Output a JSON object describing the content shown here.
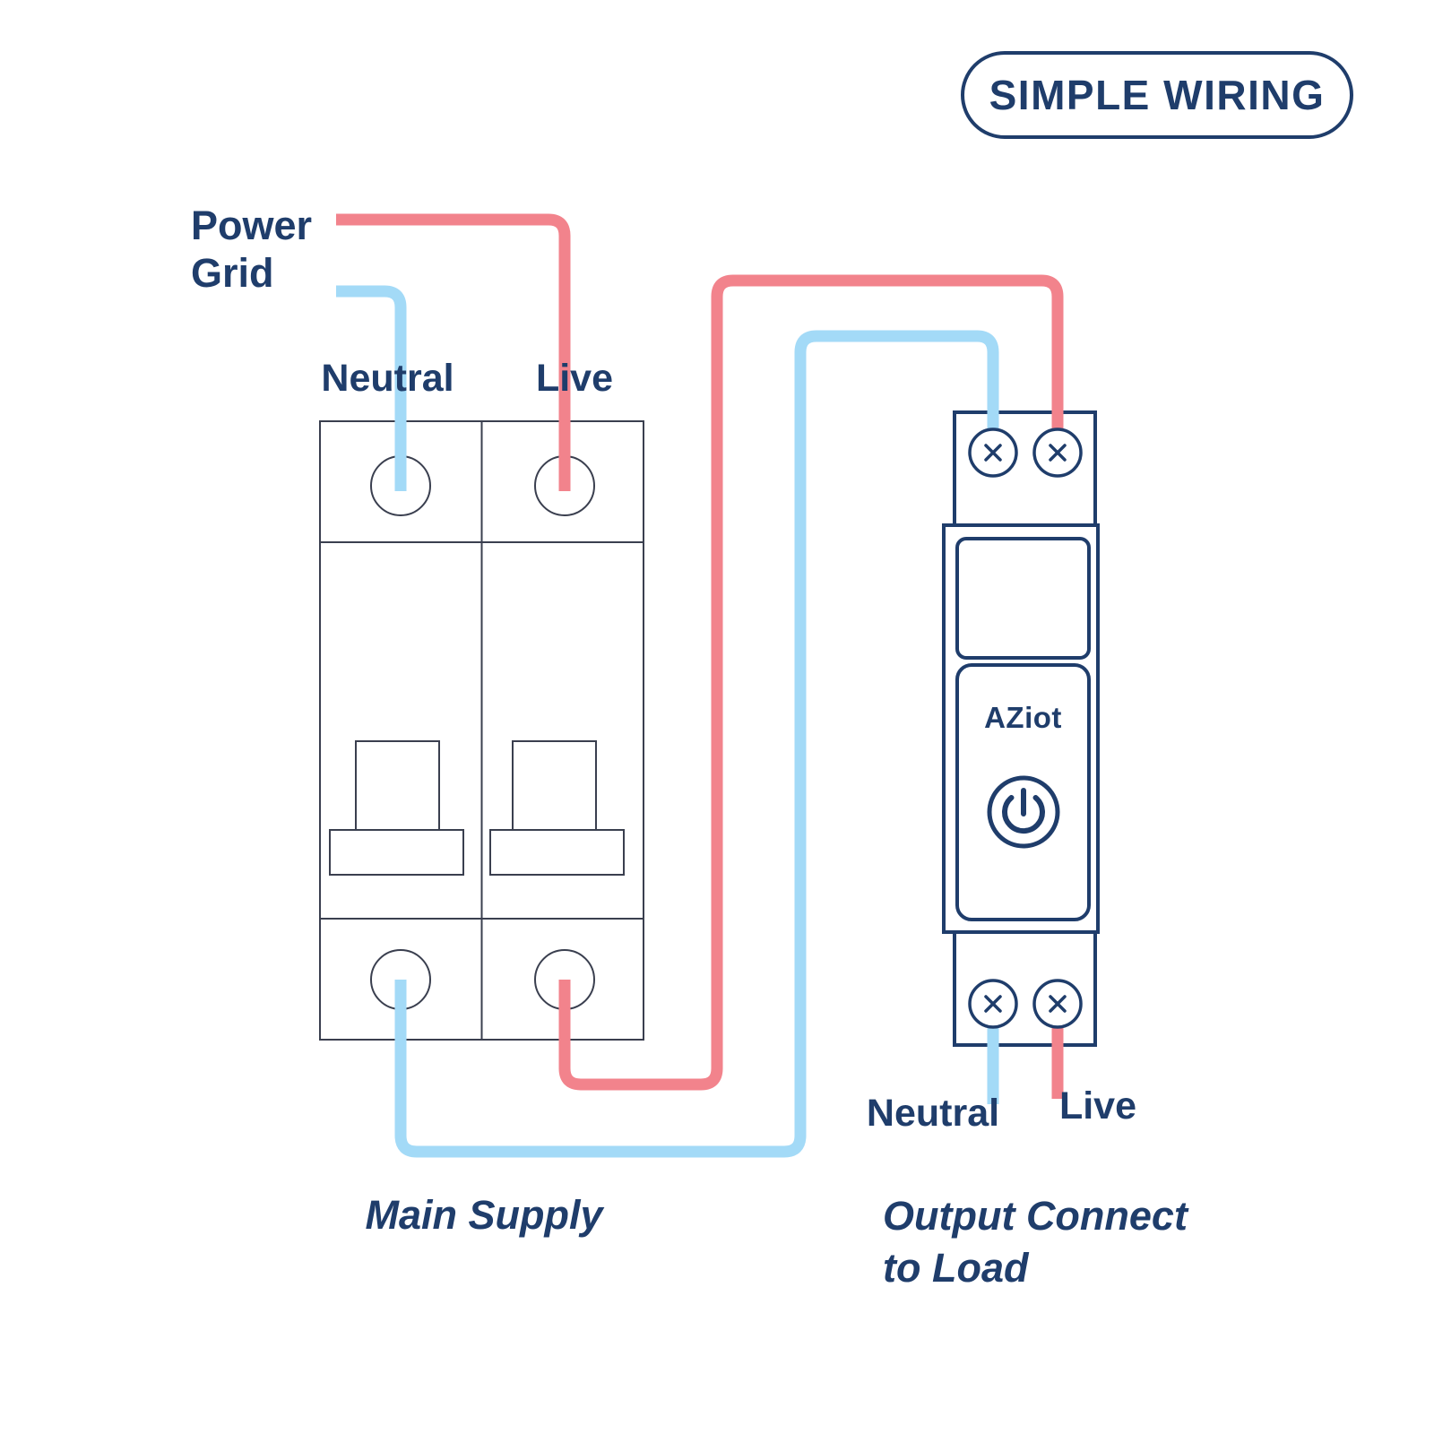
{
  "badge": {
    "label": "SIMPLE WIRING"
  },
  "power_grid": {
    "line1": "Power",
    "line2": "Grid"
  },
  "main_breaker": {
    "neutral_label": "Neutral",
    "live_label": "Live",
    "caption": "Main Supply"
  },
  "smart_switch": {
    "brand": "AZiot",
    "neutral_label": "Neutral",
    "live_label": "Live",
    "caption_line1": "Output Connect",
    "caption_line2": "to Load"
  },
  "icons": {
    "power_button": "power-icon",
    "terminal_screw": "screw-terminal-x-icon"
  },
  "colors": {
    "navy": "#1F3D6B",
    "live_wire": "#F2838C",
    "neutral_wire": "#A3DAF7",
    "breaker_outline": "#3A3F4F"
  }
}
